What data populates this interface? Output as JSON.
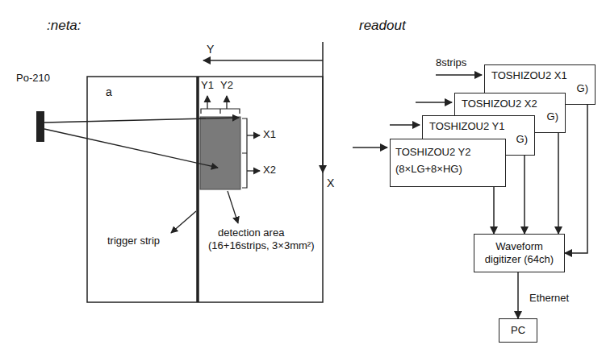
{
  "diagram": {
    "nodes": [
      {
        "text": [
          "TOSHIZOU2 X1",
          "G)"
        ]
      },
      {
        "text": [
          "TOSHIZOU2 X2",
          "G)"
        ]
      },
      {
        "text": [
          "TOSHIZOU2 Y1",
          "G)"
        ]
      },
      {
        "text": [
          "TOSHIZOU2 Y2",
          "(8×LG+8×HG)"
        ]
      },
      {
        "text": [
          "Waveform digitizer (64ch)"
        ]
      },
      {
        "text": [
          "PC"
        ]
      }
    ],
    "edges": [
      {
        "from": 0,
        "to": 4,
        "arrow": "to"
      },
      {
        "from": 1,
        "to": 4,
        "arrow": "to"
      },
      {
        "from": 2,
        "to": 4,
        "arrow": "to"
      },
      {
        "from": 3,
        "to": 4,
        "arrow": "to"
      },
      {
        "from": 4,
        "to": 5,
        "label": "Ethernet",
        "arrow": "to"
      }
    ],
    "labels": [
      ":neta:",
      "readout",
      "Y",
      "X",
      "Po-210",
      "a",
      "Y1",
      "Y2",
      "X1",
      "X2",
      "trigger strip",
      "detection area",
      "(16+16strips, 3×3mm²)",
      "8strips"
    ]
  }
}
